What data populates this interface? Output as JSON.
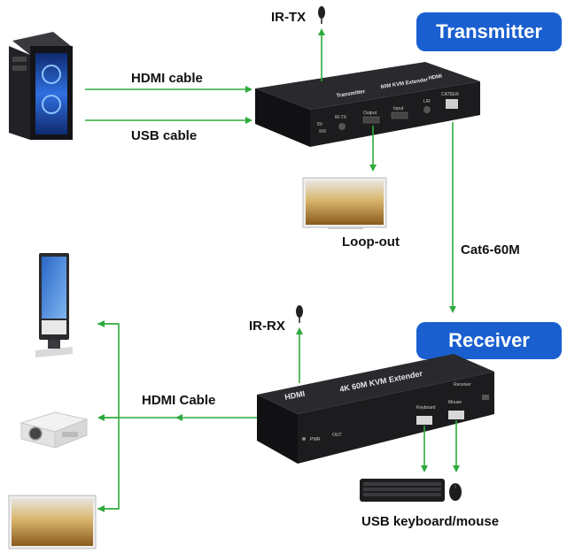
{
  "title_transmitter": "Transmitter",
  "title_receiver": "Receiver",
  "labels": {
    "ir_tx": "IR-TX",
    "hdmi_cable_top": "HDMI cable",
    "usb_cable": "USB cable",
    "loop_out": "Loop-out",
    "cat6": "Cat6-60M",
    "ir_rx": "IR-RX",
    "hdmi_cable_bottom": "HDMI Cable",
    "usb_keyboard_mouse": "USB keyboard/mouse"
  },
  "device_text": {
    "rx_brand": "HDMI",
    "rx_model": "4K 60M KVM Extender",
    "rx_keyboard": "Keyboard",
    "rx_mouse": "Mouse",
    "rx_receiver": "Receiver",
    "rx_pwr": "PWR",
    "rx_out": "OUT",
    "tx_model": "60M KVM Extender",
    "tx_transmitter": "Transmitter",
    "tx_hdmi": "HDMI",
    "tx_5v": "5V",
    "tx_irtx": "IR-TX",
    "tx_output": "Output",
    "tx_input": "Input",
    "tx_lr": "L/R",
    "tx_cat": "CAT5E/6"
  },
  "colors": {
    "arrow": "#2eaa3c",
    "badge": "#1a5fd0",
    "device": "#1c1c1e"
  },
  "icons": [
    "pc-tower-icon",
    "ir-tx-sensor-icon",
    "ir-rx-sensor-icon",
    "digital-signage-icon",
    "projector-icon",
    "tv-monitor-icon",
    "loop-out-monitor-icon",
    "keyboard-icon",
    "mouse-icon"
  ]
}
